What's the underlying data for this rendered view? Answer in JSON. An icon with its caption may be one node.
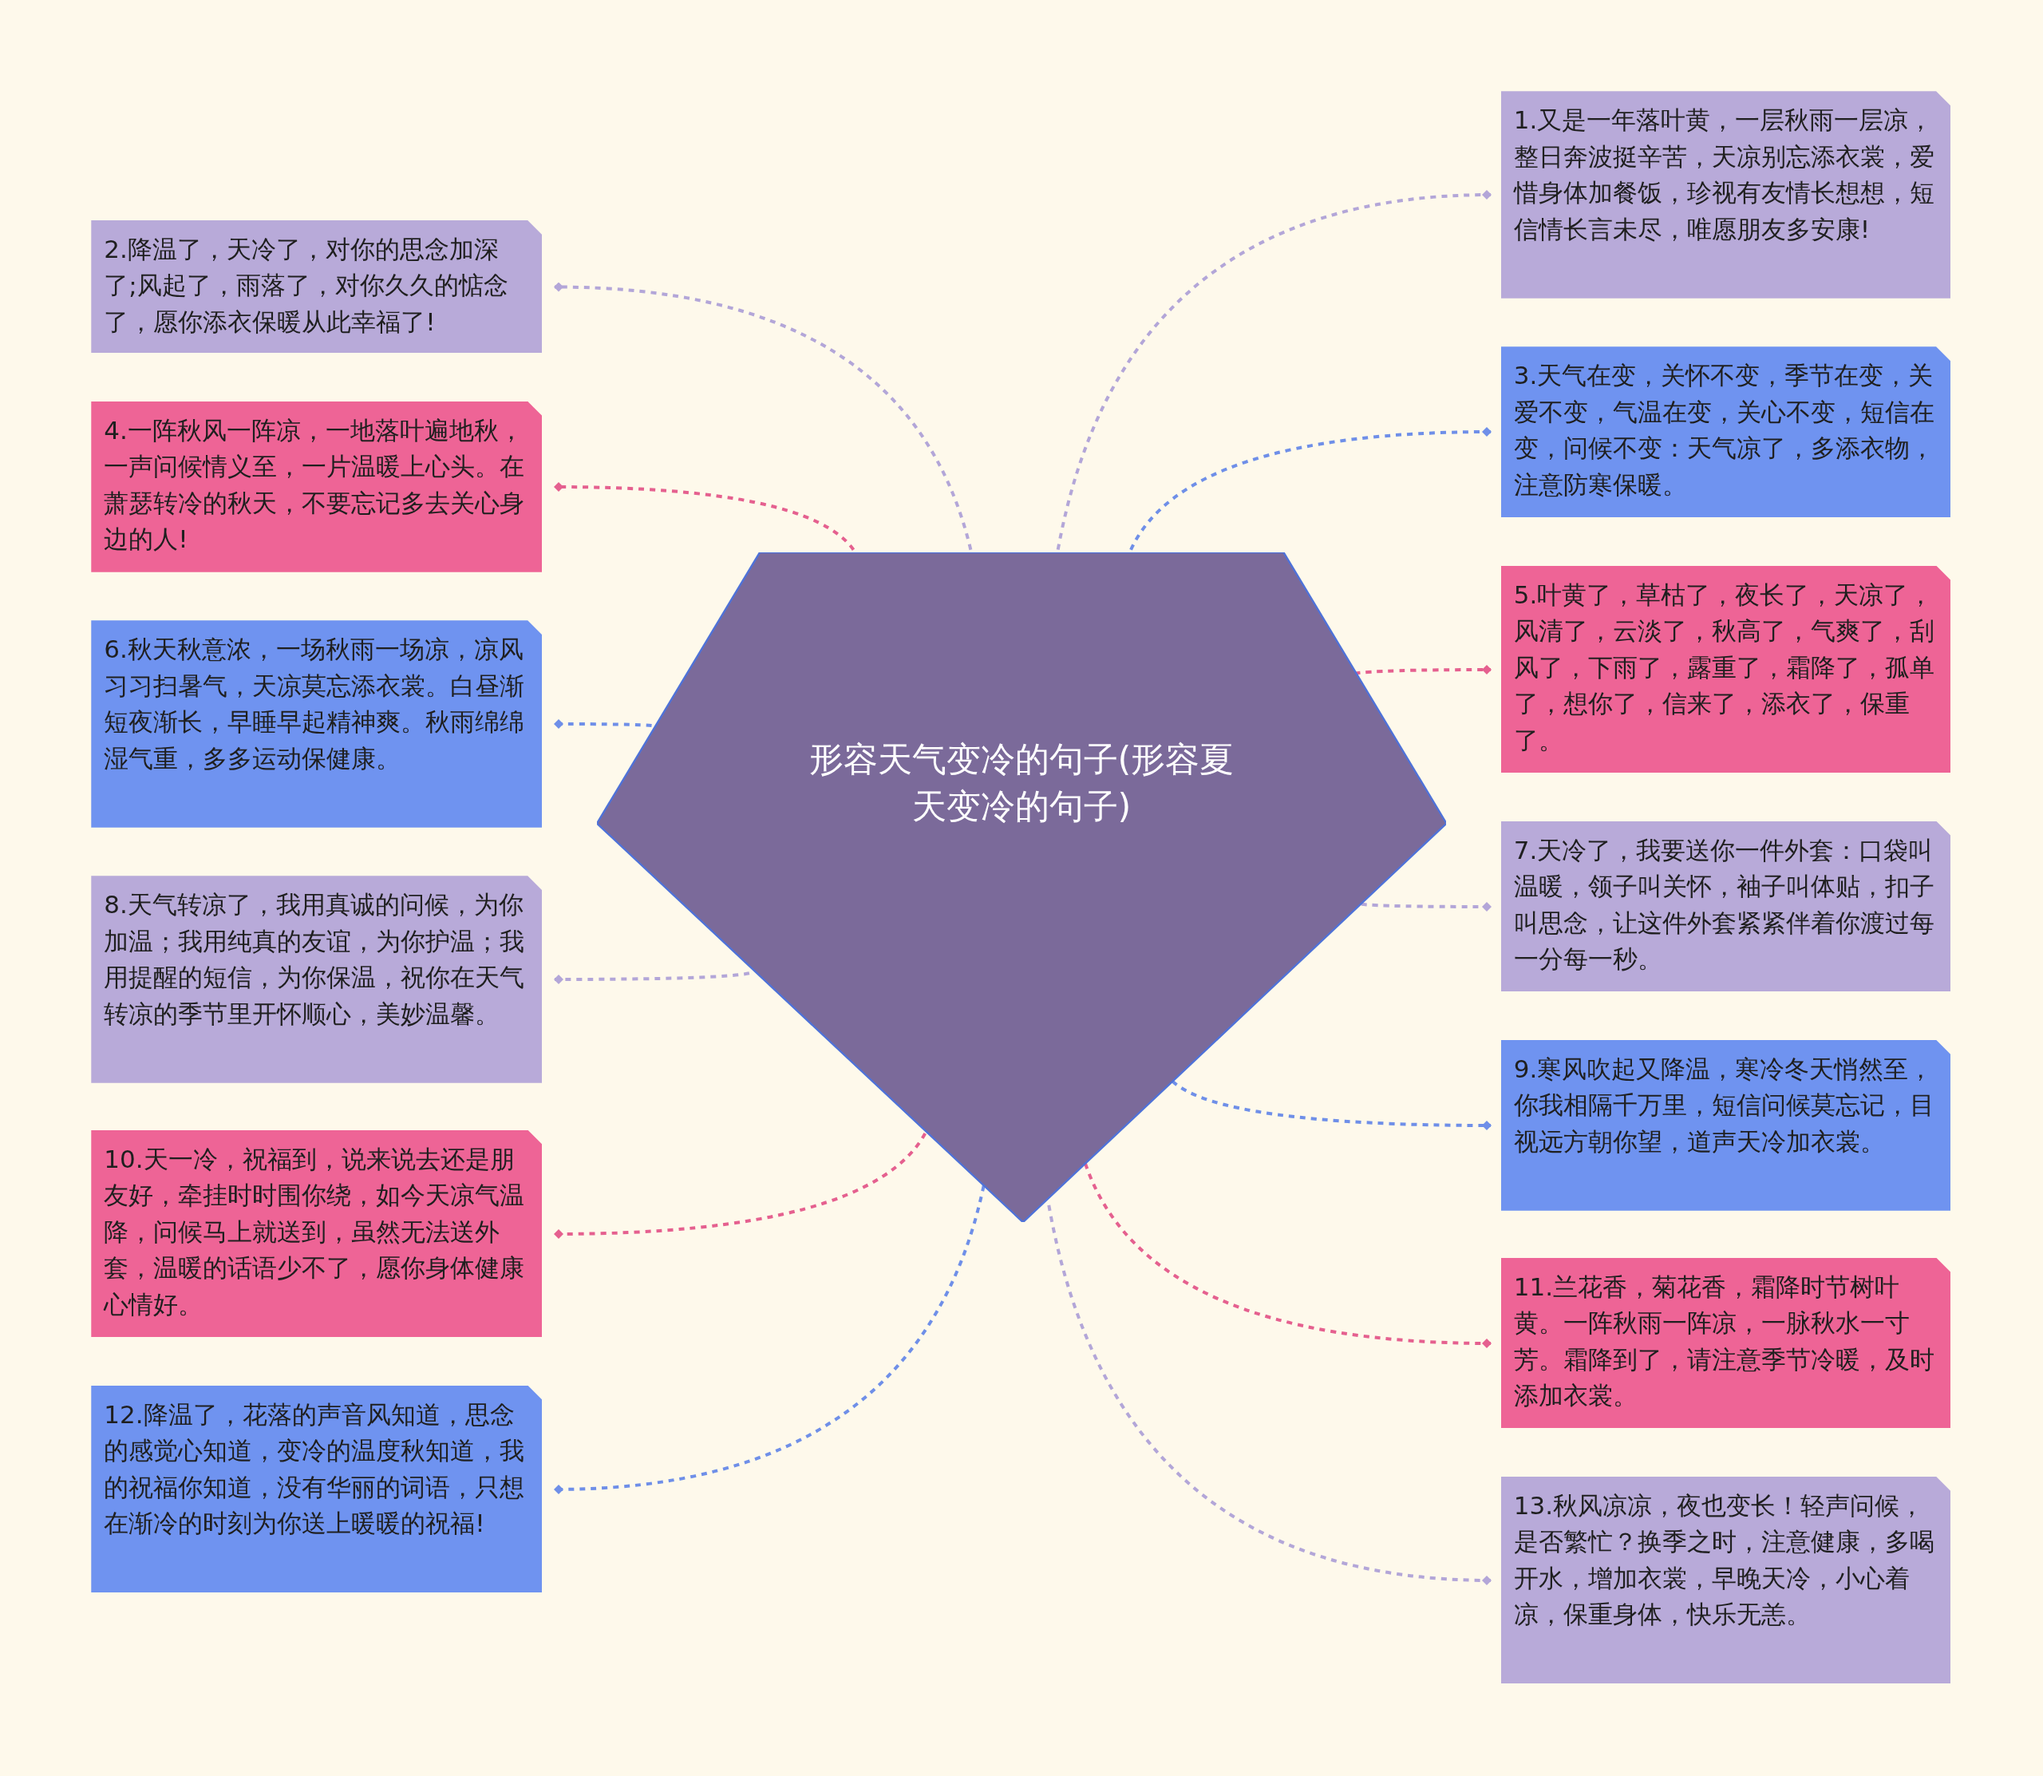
{
  "diagram": {
    "nodes": [
      {
        "text": [
          "形容天气变冷的句子(形容夏天变冷的句子)"
        ]
      },
      {
        "text": [
          "1.又是一年落叶黄，一层秋雨一层凉，整日奔波挺辛苦，天凉别忘添衣裳，爱惜身体加餐饭，珍视有友情长想想，短信情长言未尽，唯愿朋友多安康!"
        ]
      },
      {
        "text": [
          "2.降温了，天冷了，对你的思念加深了;风起了，雨落了，对你久久的惦念了，愿你添衣保暖从此幸福了!"
        ]
      },
      {
        "text": [
          "3.天气在变，关怀不变，季节在变，关爱不变，气温在变，关心不变，短信在变，问候不变：天气凉了，多添衣物，注意防寒保暖。"
        ]
      },
      {
        "text": [
          "4.一阵秋风一阵凉，一地落叶遍地秋，一声问候情义至，一片温暖上心头。在萧瑟转冷的秋天，不要忘记多去关心身边的人!"
        ]
      },
      {
        "text": [
          "5.叶黄了，草枯了，夜长了，天凉了，风清了，云淡了，秋高了，气爽了，刮风了，下雨了，露重了，霜降了，孤单了，想你了，信来了，添衣了，保重了。"
        ]
      },
      {
        "text": [
          "6.秋天秋意浓，一场秋雨一场凉，凉风习习扫暑气，天凉莫忘添衣裳。白昼渐短夜渐长，早睡早起精神爽。秋雨绵绵湿气重，多多运动保健康。"
        ]
      },
      {
        "text": [
          "7.天冷了，我要送你一件外套：口袋叫温暖，领子叫关怀，袖子叫体贴，扣子叫思念，让这件外套紧紧伴着你渡过每一分每一秒。"
        ]
      },
      {
        "text": [
          "8.天气转凉了，我用真诚的问候，为你加温；我用纯真的友谊，为你护温；我用提醒的短信，为你保温，祝你在天气转凉的季节里开怀顺心，美妙温馨。"
        ]
      },
      {
        "text": [
          "9.寒风吹起又降温，寒冷冬天悄然至，你我相隔千万里，短信问候莫忘记，目视远方朝你望，道声天冷加衣裳。"
        ]
      },
      {
        "text": [
          "10.天一冷，祝福到，说来说去还是朋友好，牵挂时时围你绕，如今天凉气温降，问候马上就送到，虽然无法送外套，温暖的话语少不了，愿你身体健康心情好。"
        ]
      },
      {
        "text": [
          "11.兰花香，菊花香，霜降时节树叶黄。一阵秋雨一阵凉，一脉秋水一寸芳。霜降到了，请注意季节冷暖，及时添加衣裳。"
        ]
      },
      {
        "text": [
          "12.降温了，花落的声音风知道，思念的感觉心知道，变冷的温度秋知道，我的祝福你知道，没有华丽的词语，只想在渐冷的时刻为你送上暖暖的祝福!"
        ]
      },
      {
        "text": [
          "13.秋风凉凉，夜也变长！轻声问候，是否繁忙？换季之时，注意健康，多喝开水，增加衣裳，早晚天冷，小心着凉，保重身体，快乐无恙。"
        ]
      }
    ],
    "edges": [
      {
        "from": 0,
        "to": 1,
        "arrow": "other",
        "style": "dashed",
        "color": "#b3a6d8"
      },
      {
        "from": 0,
        "to": 2,
        "arrow": "other",
        "style": "dashed",
        "color": "#b3a6d8"
      },
      {
        "from": 0,
        "to": 3,
        "arrow": "other",
        "style": "dashed",
        "color": "#6f8fe8"
      },
      {
        "from": 0,
        "to": 4,
        "arrow": "other",
        "style": "dashed",
        "color": "#e5608f"
      },
      {
        "from": 0,
        "to": 5,
        "arrow": "other",
        "style": "dashed",
        "color": "#e5608f"
      },
      {
        "from": 0,
        "to": 6,
        "arrow": "other",
        "style": "dashed",
        "color": "#6f8fe8"
      },
      {
        "from": 0,
        "to": 7,
        "arrow": "other",
        "style": "dashed",
        "color": "#b3a6d8"
      },
      {
        "from": 0,
        "to": 8,
        "arrow": "other",
        "style": "dashed",
        "color": "#b3a6d8"
      },
      {
        "from": 0,
        "to": 9,
        "arrow": "other",
        "style": "dashed",
        "color": "#6f8fe8"
      },
      {
        "from": 0,
        "to": 10,
        "arrow": "other",
        "style": "dashed",
        "color": "#e5608f"
      },
      {
        "from": 0,
        "to": 11,
        "arrow": "other",
        "style": "dashed",
        "color": "#e5608f"
      },
      {
        "from": 0,
        "to": 12,
        "arrow": "other",
        "style": "dashed",
        "color": "#6f8fe8"
      },
      {
        "from": 0,
        "to": 13,
        "arrow": "other",
        "style": "dashed",
        "color": "#b3a6d8"
      }
    ]
  }
}
